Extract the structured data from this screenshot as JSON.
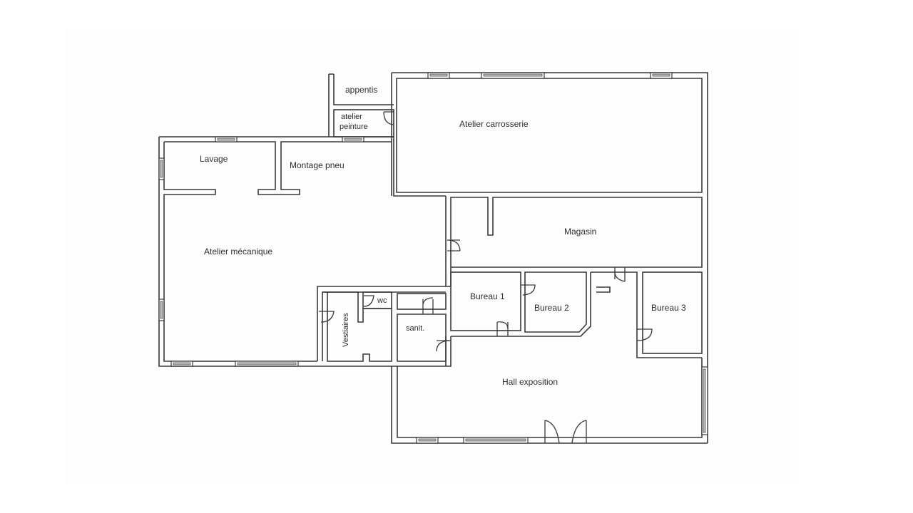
{
  "plan": {
    "type": "floor plan",
    "rooms": [
      {
        "id": "appentis",
        "label": "appentis"
      },
      {
        "id": "atelier-peinture",
        "label_line1": "atelier",
        "label_line2": "peinture"
      },
      {
        "id": "atelier-carrosserie",
        "label": "Atelier carrosserie"
      },
      {
        "id": "lavage",
        "label": "Lavage"
      },
      {
        "id": "montage-pneu",
        "label": "Montage pneu"
      },
      {
        "id": "magasin",
        "label": "Magasin"
      },
      {
        "id": "atelier-mecanique",
        "label": "Atelier mécanique"
      },
      {
        "id": "bureau-1",
        "label": "Bureau 1"
      },
      {
        "id": "bureau-2",
        "label": "Bureau 2"
      },
      {
        "id": "bureau-3",
        "label": "Bureau 3"
      },
      {
        "id": "wc",
        "label": "wc"
      },
      {
        "id": "vestiaires",
        "label": "Vestiaires"
      },
      {
        "id": "sanit",
        "label": "sanit."
      },
      {
        "id": "hall-exposition",
        "label": "Hall exposition"
      }
    ],
    "colors": {
      "wall": "#3a3a3a",
      "background": "#ffffff",
      "window_fill": "#bdbdbd"
    }
  }
}
